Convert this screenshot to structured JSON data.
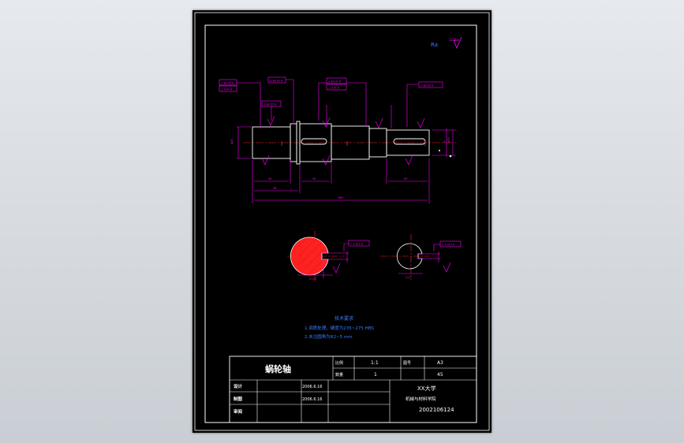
{
  "colors": {
    "background": "#000000",
    "frame": "#ffffff",
    "dimension": "#ff00ff",
    "part": "#ffffff",
    "centerline": "#ff2020",
    "note": "#3a7bff",
    "hatch": "#ff2020"
  },
  "roughness": {
    "symbol_value": "12.5",
    "prefix": "Ra"
  },
  "notes": {
    "heading": "技术要求",
    "line1": "1.调质处理，硬度为235~275 HBS",
    "line2": "2.未注圆角为R2~5 mm"
  },
  "title_block": {
    "part_name": "蜗轮轴",
    "scale_label": "比例",
    "scale_value": "1:1",
    "qty_label": "数量",
    "qty_value": "1",
    "sheet_label": "图号",
    "sheet_value": "A3",
    "material_value": "45",
    "designer_label": "设计",
    "designer_date": "2006.6.16",
    "drafter_label": "制图",
    "drafter_date": "2006.6.16",
    "reviewer_label": "审阅",
    "school": "XX大学",
    "college": "机械与材料学院",
    "student_id": "2002106124"
  }
}
